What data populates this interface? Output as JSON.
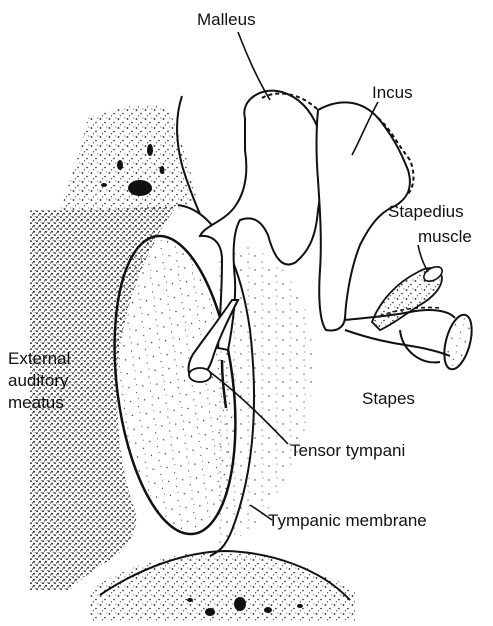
{
  "figure": {
    "labels": {
      "malleus": "Malleus",
      "incus": "Incus",
      "stapedius_line1": "Stapedius",
      "stapedius_line2": "muscle",
      "external_line1": "External",
      "external_line2": "auditory",
      "external_line3": "meatus",
      "stapes": "Stapes",
      "tensor_tympani": "Tensor tympani",
      "tympanic_membrane": "Tympanic membrane"
    },
    "colors": {
      "ink": "#111111",
      "paper": "#ffffff"
    }
  }
}
